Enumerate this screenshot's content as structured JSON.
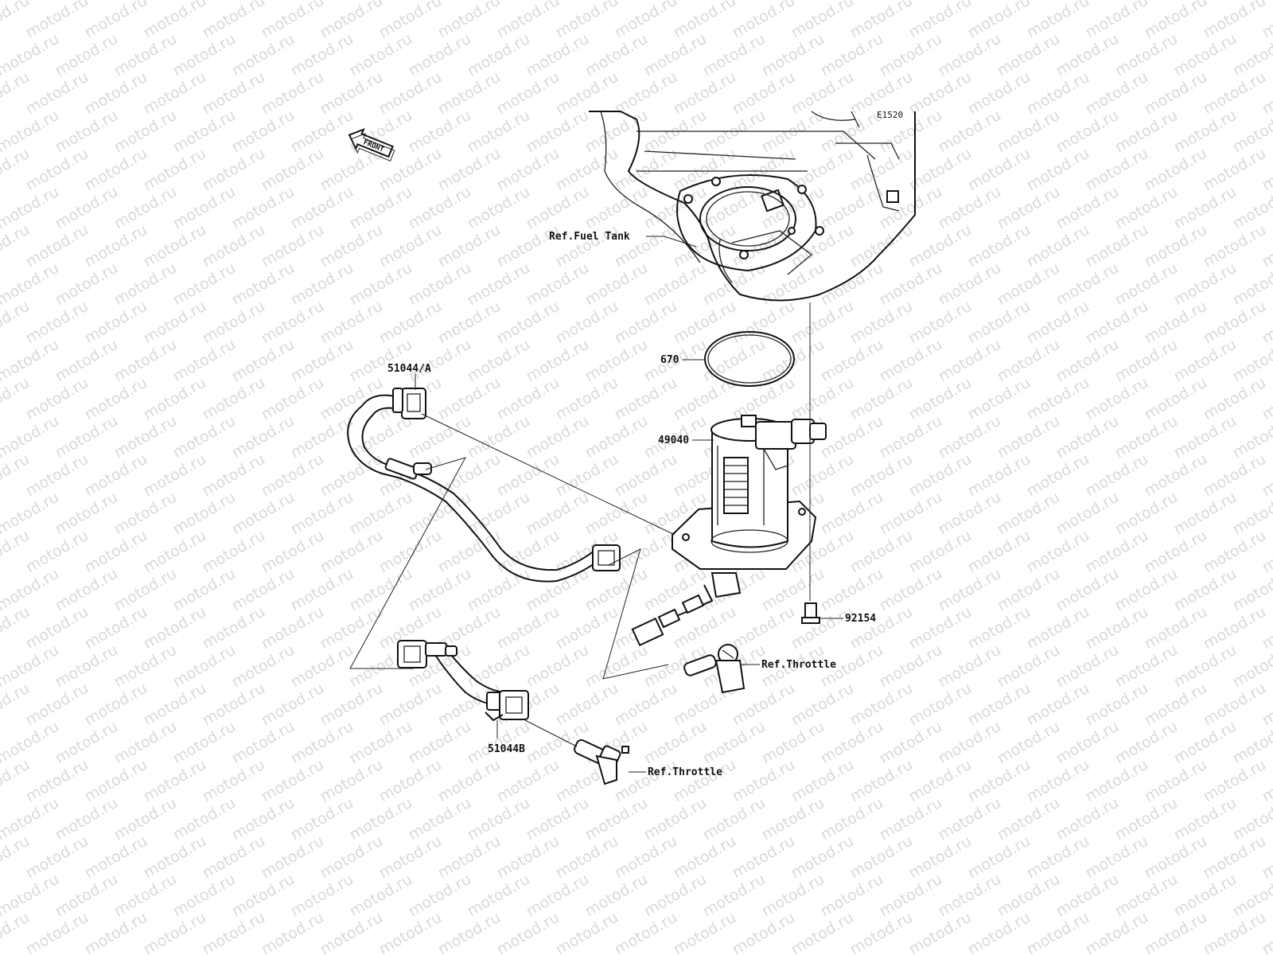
{
  "diagram_code": "E1520",
  "front_arrow": {
    "text": "FRONT",
    "icon": "front-arrow-icon"
  },
  "watermark": {
    "text": "motod.ru"
  },
  "labels": {
    "fuel_tank": "Ref.Fuel Tank",
    "o_ring": "670",
    "hose_a": "51044/A",
    "fuel_pump": "49040",
    "bolt": "92154",
    "throttle_1": "Ref.Throttle",
    "hose_b": "51044B",
    "throttle_2": "Ref.Throttle"
  },
  "colors": {
    "line": "#111111",
    "watermark": "#d9d9d9",
    "background": "#ffffff"
  }
}
